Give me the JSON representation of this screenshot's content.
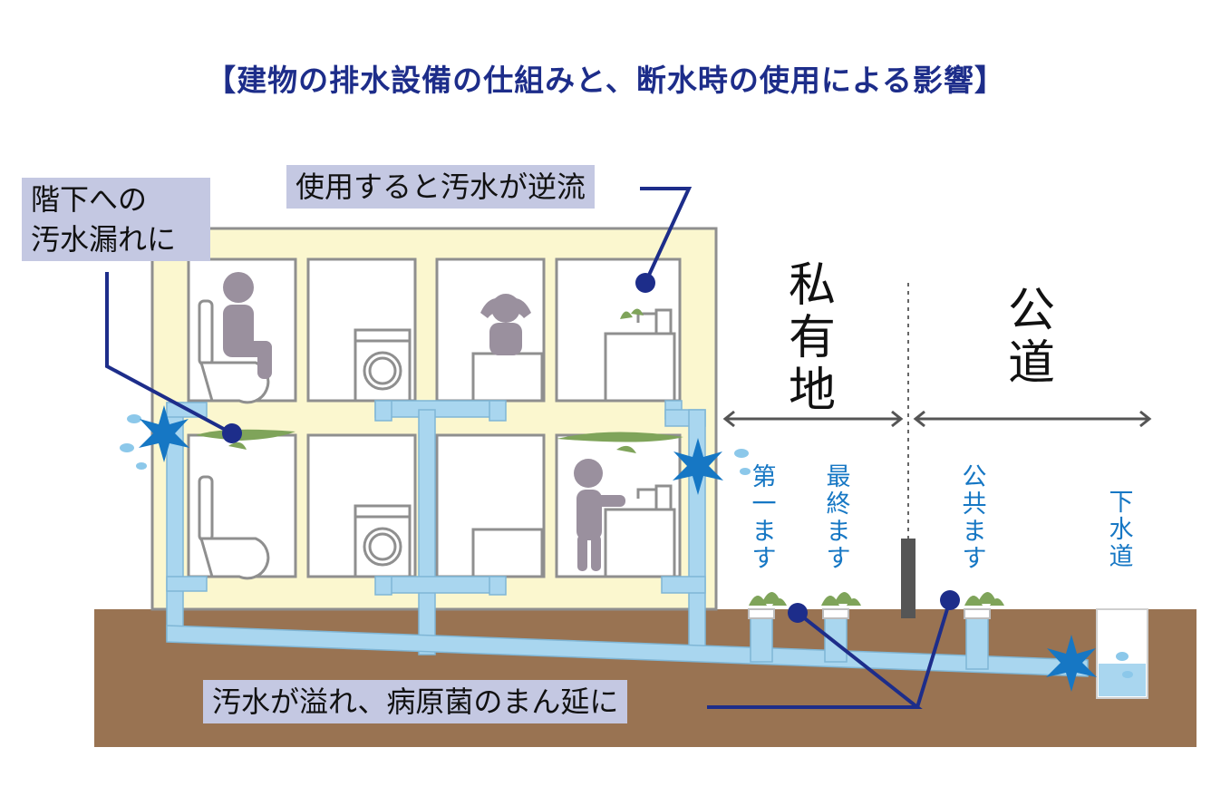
{
  "title": "【建物の排水設備の仕組みと、断水時の使用による影響】",
  "callouts": {
    "downstairs_leak": [
      "階下への",
      "汚水漏れに"
    ],
    "backflow": "使用すると汚水が逆流",
    "overflow": "汚水が溢れ、病原菌のまん延に"
  },
  "zones": {
    "private": "私有地",
    "public": "公道"
  },
  "pipe_labels": {
    "first": "第一ます",
    "final": "最終ます",
    "public_basin": "公共ます",
    "sewer": "下水道"
  },
  "colors": {
    "title": "#1d2d8a",
    "callout_bg": "#c4c8e2",
    "leader": "#1d2d8a",
    "pipe": "#a9d6ef",
    "building": "#fbf7cf",
    "ground": "#997352",
    "star": "#1677c4",
    "label": "#1677c4"
  }
}
